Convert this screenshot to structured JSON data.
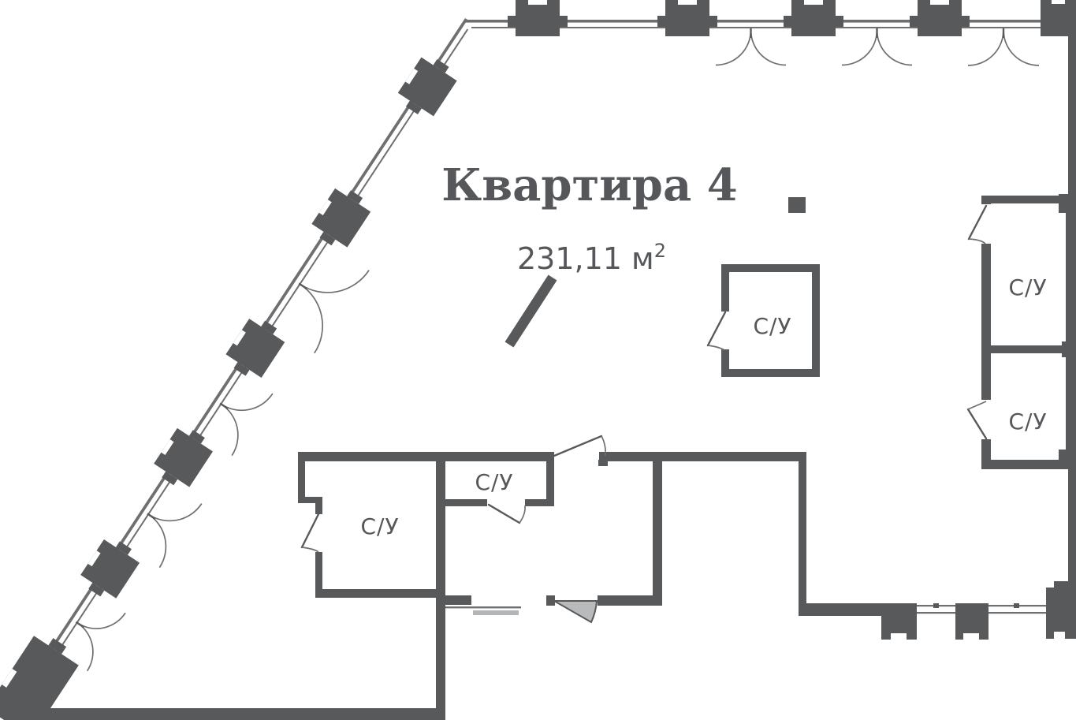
{
  "plan": {
    "title": "Квартира 4",
    "area_label": "231,11 м",
    "area_sup": "2",
    "rooms": [
      {
        "id": "bathroom-center",
        "label": "С/У"
      },
      {
        "id": "bathroom-right-top",
        "label": "С/У"
      },
      {
        "id": "bathroom-right-bottom",
        "label": "С/У"
      },
      {
        "id": "bathroom-left",
        "label": "С/У"
      },
      {
        "id": "bathroom-hall",
        "label": "С/У"
      }
    ],
    "colors": {
      "wall": "#58595b",
      "line": "#6e6f71",
      "door_fill": "#b9babc",
      "text": "#55575a",
      "background": "#ffffff"
    }
  }
}
